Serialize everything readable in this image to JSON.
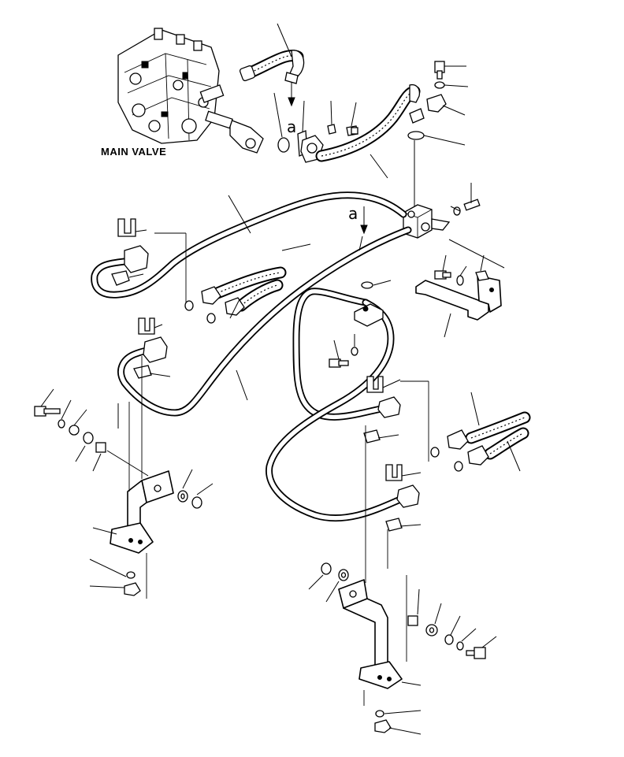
{
  "labels": {
    "main_valve": "MAIN VALVE",
    "ref_a_top": "a",
    "ref_a_center": "a"
  }
}
